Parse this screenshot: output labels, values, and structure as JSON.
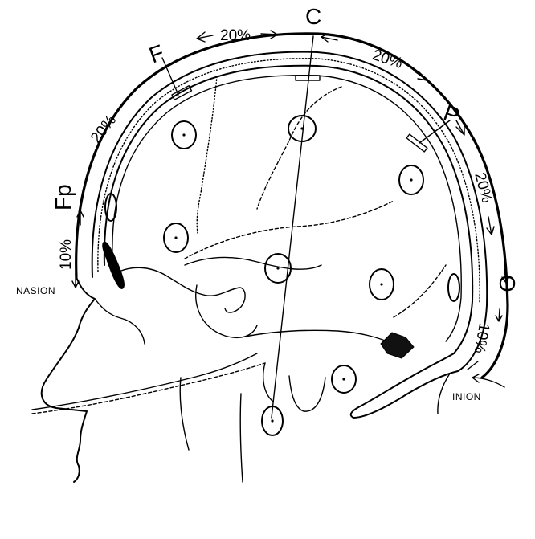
{
  "electrodes": {
    "fp": "Fp",
    "f": "F",
    "c": "C",
    "p": "P",
    "o": "O"
  },
  "spacing": {
    "nasion_fp": "10%",
    "fp_f": "20%",
    "f_c": "20%",
    "c_p": "20%",
    "p_o": "20%",
    "o_inion": "10%"
  },
  "landmarks": {
    "nasion": "NASION",
    "inion": "INION"
  }
}
